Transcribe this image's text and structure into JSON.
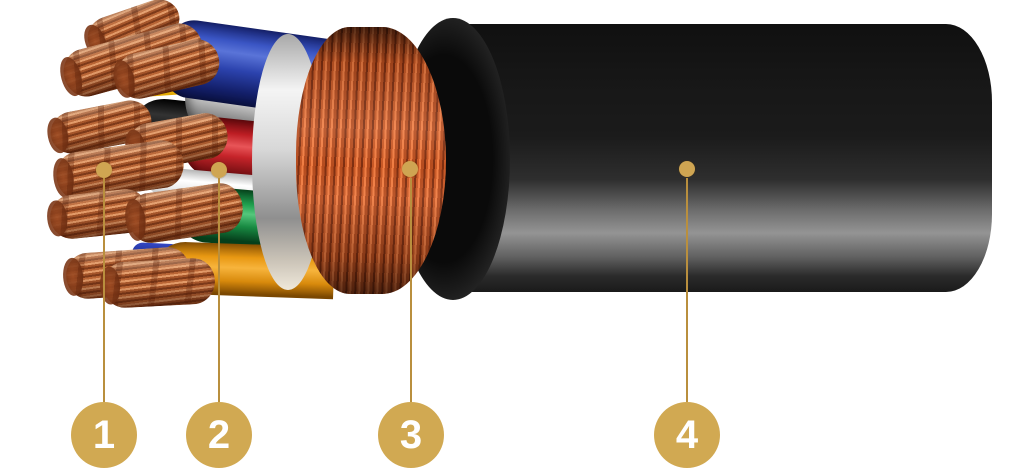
{
  "figure": {
    "description": "Armoured power cable cutaway illustration",
    "accent_color": "#d1a952",
    "callouts": [
      {
        "number": "1"
      },
      {
        "number": "2"
      },
      {
        "number": "3"
      },
      {
        "number": "4"
      }
    ]
  }
}
